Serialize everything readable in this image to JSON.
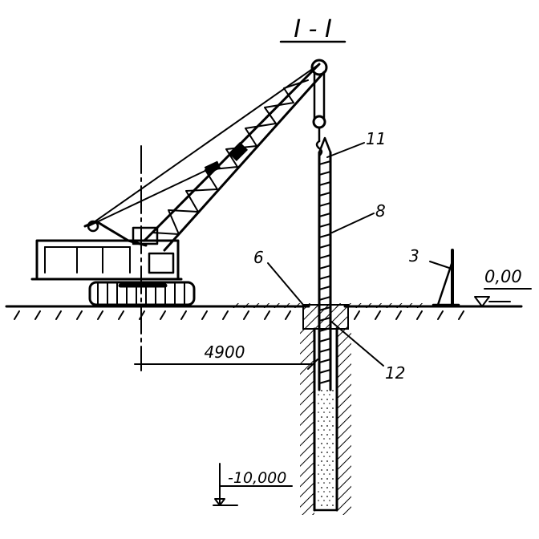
{
  "section_title": "I - I",
  "labels": {
    "part_11": "11",
    "part_8": "8",
    "part_6": "6",
    "part_3": "3",
    "part_12": "12"
  },
  "dimensions": {
    "horizontal_offset": "4900",
    "ground_level": "0,00",
    "bottom_level": "-10,000"
  },
  "colors": {
    "ink": "#000000",
    "paper": "#ffffff"
  }
}
